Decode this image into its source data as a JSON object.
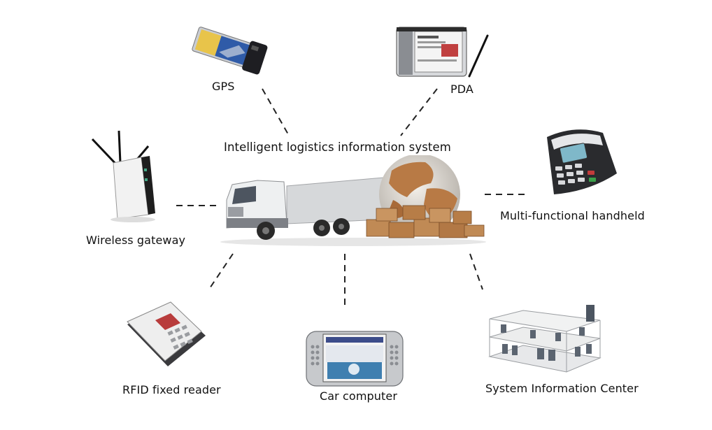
{
  "center_title": "Intelligent logistics information system",
  "nodes": {
    "gps": "GPS",
    "pda": "PDA",
    "wireless_gateway": "Wireless gateway",
    "handheld": "Multi-functional handheld",
    "rfid_reader": "RFID fixed reader",
    "car_computer": "Car computer",
    "info_center": "System Information Center"
  }
}
